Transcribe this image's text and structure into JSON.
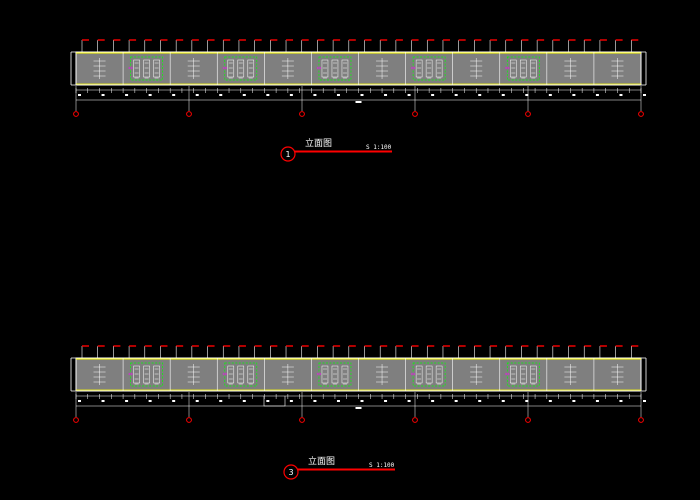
{
  "drawing": {
    "background": "#000000",
    "colors": {
      "wall": "#7f7f7f",
      "frame": "#ffffff",
      "accent": "#ff0000",
      "highlight": "#ffff00",
      "detail": "#00ff00",
      "magenta": "#ff00ff"
    }
  },
  "elevations": [
    {
      "number": "1",
      "title": "立面图",
      "scale": "S 1:100",
      "units": [
        {
          "highlight": false,
          "detail": "plain"
        },
        {
          "highlight": true,
          "detail": "doors"
        },
        {
          "highlight": false,
          "detail": "plain"
        },
        {
          "highlight": true,
          "detail": "doors"
        },
        {
          "highlight": false,
          "detail": "plain"
        },
        {
          "highlight": true,
          "detail": "doors"
        },
        {
          "highlight": false,
          "detail": "plain"
        },
        {
          "highlight": true,
          "detail": "doors"
        },
        {
          "highlight": false,
          "detail": "plain"
        },
        {
          "highlight": true,
          "detail": "doors"
        },
        {
          "highlight": false,
          "detail": "plain"
        },
        {
          "highlight": false,
          "detail": "plain"
        }
      ]
    },
    {
      "number": "3",
      "title": "立面图",
      "scale": "S 1:100",
      "units": [
        {
          "highlight": false,
          "detail": "plain"
        },
        {
          "highlight": true,
          "detail": "doors"
        },
        {
          "highlight": false,
          "detail": "plain"
        },
        {
          "highlight": true,
          "detail": "doors"
        },
        {
          "highlight": false,
          "detail": "plain"
        },
        {
          "highlight": true,
          "detail": "doors"
        },
        {
          "highlight": false,
          "detail": "plain"
        },
        {
          "highlight": true,
          "detail": "doors"
        },
        {
          "highlight": false,
          "detail": "plain"
        },
        {
          "highlight": true,
          "detail": "doors"
        },
        {
          "highlight": false,
          "detail": "plain"
        },
        {
          "highlight": false,
          "detail": "plain"
        }
      ]
    }
  ]
}
